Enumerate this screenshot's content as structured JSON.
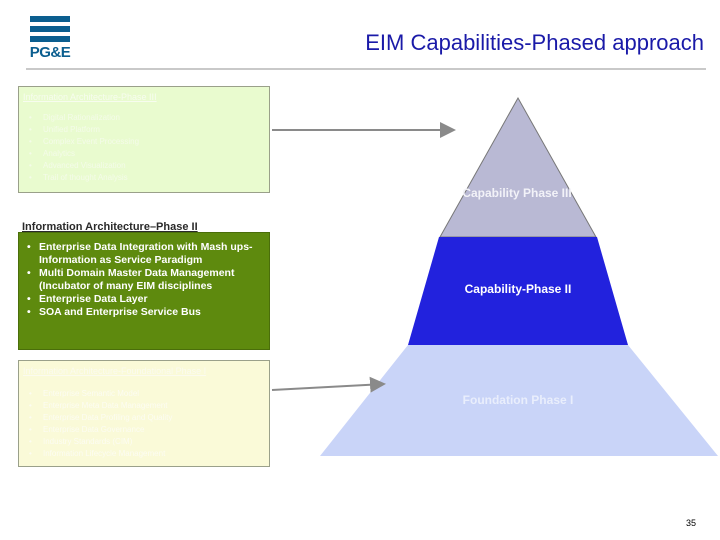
{
  "header": {
    "logo_text": "PG&E",
    "title": "EIM Capabilities-Phased approach"
  },
  "phase3_box": {
    "title": "Information Architecture-Phase III",
    "items": [
      "Digital Rationalization",
      "Unified Platform",
      "Complex Event Processing",
      "Analytics",
      "Advanced Visualization",
      "Trail of thought Analysis"
    ]
  },
  "phase2_box": {
    "title": "Information Architecture–Phase II",
    "items": [
      "Enterprise Data Integration with Mash ups- Information as Service Paradigm",
      "Multi Domain Master Data Management (Incubator of many EIM disciplines",
      "Enterprise Data Layer",
      "SOA and Enterprise Service Bus"
    ]
  },
  "phase1_box": {
    "title": "Information Architecture-Foundational Phase I",
    "items": [
      "Enterprise Semantic Model",
      "Enterprise Meta Data Management",
      "Enterprise Data Profiling and Quality",
      "Enterprise Data Governance",
      "Industry Standards (CIM)",
      "Information Lifecycle Management"
    ]
  },
  "pyramid": {
    "tier3_label": "Capability Phase III",
    "tier2_label": "Capability-Phase II",
    "tier1_label": "Foundation Phase I",
    "colors": {
      "tier3": "#b9b9d4",
      "tier2": "#2222dd",
      "tier1": "#c9d4f8"
    }
  },
  "footer": {
    "page_number": "35"
  }
}
